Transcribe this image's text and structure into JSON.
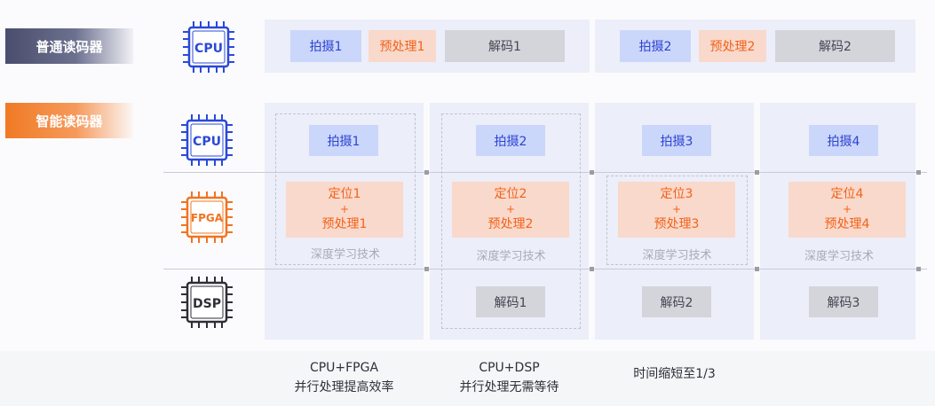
{
  "labels": {
    "normal": "普通读码器",
    "smart": "智能读码器"
  },
  "chips": {
    "cpu": "CPU",
    "fpga": "FPGA",
    "dsp": "DSP"
  },
  "colors": {
    "cpu": "#2b49d6",
    "fpga": "#f07421",
    "dsp": "#2f2f36",
    "shoot_text": "#2c44cf",
    "pre_text": "#f2621a"
  },
  "normal": {
    "group1": {
      "shoot": "拍摄1",
      "pre": "预处理1",
      "decode": "解码1"
    },
    "group2": {
      "shoot": "拍摄2",
      "pre": "预处理2",
      "decode": "解码2"
    }
  },
  "smart": {
    "shoot": [
      "拍摄1",
      "拍摄2",
      "拍摄3",
      "拍摄4"
    ],
    "locate": [
      {
        "l1": "定位1",
        "plus": "+",
        "l2": "预处理1"
      },
      {
        "l1": "定位2",
        "plus": "+",
        "l2": "预处理2"
      },
      {
        "l1": "定位3",
        "plus": "+",
        "l2": "预处理3"
      },
      {
        "l1": "定位4",
        "plus": "+",
        "l2": "预处理4"
      }
    ],
    "tech": [
      "深度学习技术",
      "深度学习技术",
      "深度学习技术",
      "深度学习技术"
    ],
    "decode": [
      "解码1",
      "解码2",
      "解码3"
    ]
  },
  "notes": [
    {
      "line1": "CPU+FPGA",
      "line2": "并行处理提高效率"
    },
    {
      "line1": "CPU+DSP",
      "line2": "并行处理无需等待"
    },
    {
      "line1": "时间缩短至1/3"
    }
  ]
}
